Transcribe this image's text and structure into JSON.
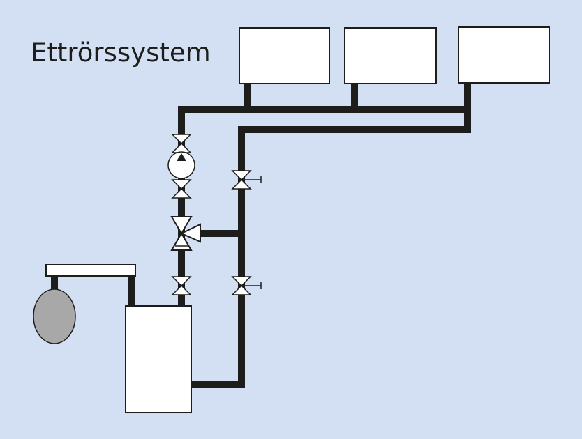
{
  "title": "Ettrörssystem",
  "colors": {
    "background": "#d3e0f3",
    "pipe": "#1d1d1b",
    "component_fill": "#ffffff",
    "expansion_tank_fill": "#a9a8a9"
  },
  "components": {
    "radiators": [
      {
        "name": "radiator-1"
      },
      {
        "name": "radiator-2"
      },
      {
        "name": "radiator-3"
      }
    ],
    "boiler": "boiler",
    "expansion_tank": "expansion-tank",
    "pump": "circulation-pump",
    "mixing_valve": "three-way-mixing-valve",
    "shutoff_valves": 5
  }
}
